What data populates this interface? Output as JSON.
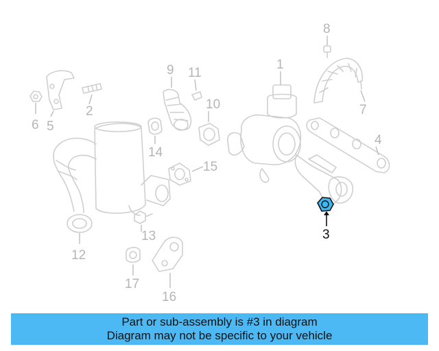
{
  "diagram": {
    "highlight_color": "#3fb8f2",
    "highlighted_part": "3",
    "labels": {
      "p1": "1",
      "p2": "2",
      "p3": "3",
      "p4": "4",
      "p5": "5",
      "p6": "6",
      "p7": "7",
      "p8": "8",
      "p9": "9",
      "p10": "10",
      "p11": "11",
      "p12": "12",
      "p13": "13",
      "p14": "14",
      "p15": "15",
      "p16": "16",
      "p17": "17"
    }
  },
  "banner": {
    "color": "#4cb9f5",
    "line1": "Part or sub-assembly is #3 in diagram",
    "line2": "Diagram may not be specific to your vehicle"
  }
}
